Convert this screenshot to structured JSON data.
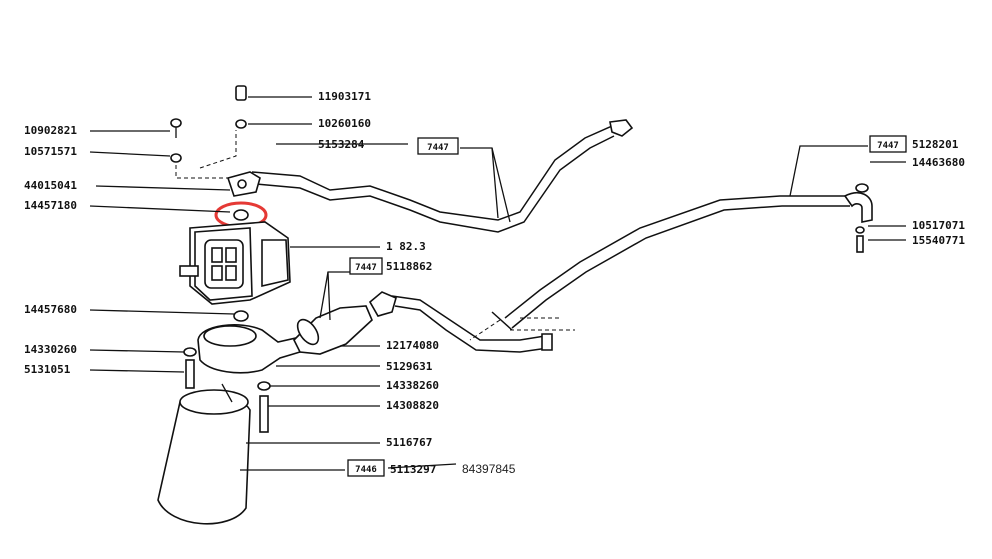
{
  "parts": {
    "p11903171": "11903171",
    "p10260160": "10260160",
    "p5153284": "5153284",
    "p10902821": "10902821",
    "p10571571": "10571571",
    "p44015041": "44015041",
    "p14457180": "14457180",
    "p182": "1 82.3",
    "p5118862": "5118862",
    "p14457680": "14457680",
    "p14330260": "14330260",
    "p5131051": "5131051",
    "p12174080": "12174080",
    "p5129631": "5129631",
    "p14338260": "14338260",
    "p14308820": "14308820",
    "p5116767": "5116767",
    "p5113297": "5113297",
    "p84397845": "84397845",
    "p5128201": "5128201",
    "p14463680": "14463680",
    "p10517071": "10517071",
    "p15540771": "15540771"
  },
  "refs": {
    "r7447a": "7447",
    "r7447b": "7447",
    "r7447c": "7447",
    "r7446": "7446"
  },
  "colors": {
    "highlight": "#e53935",
    "ink": "#111111"
  }
}
